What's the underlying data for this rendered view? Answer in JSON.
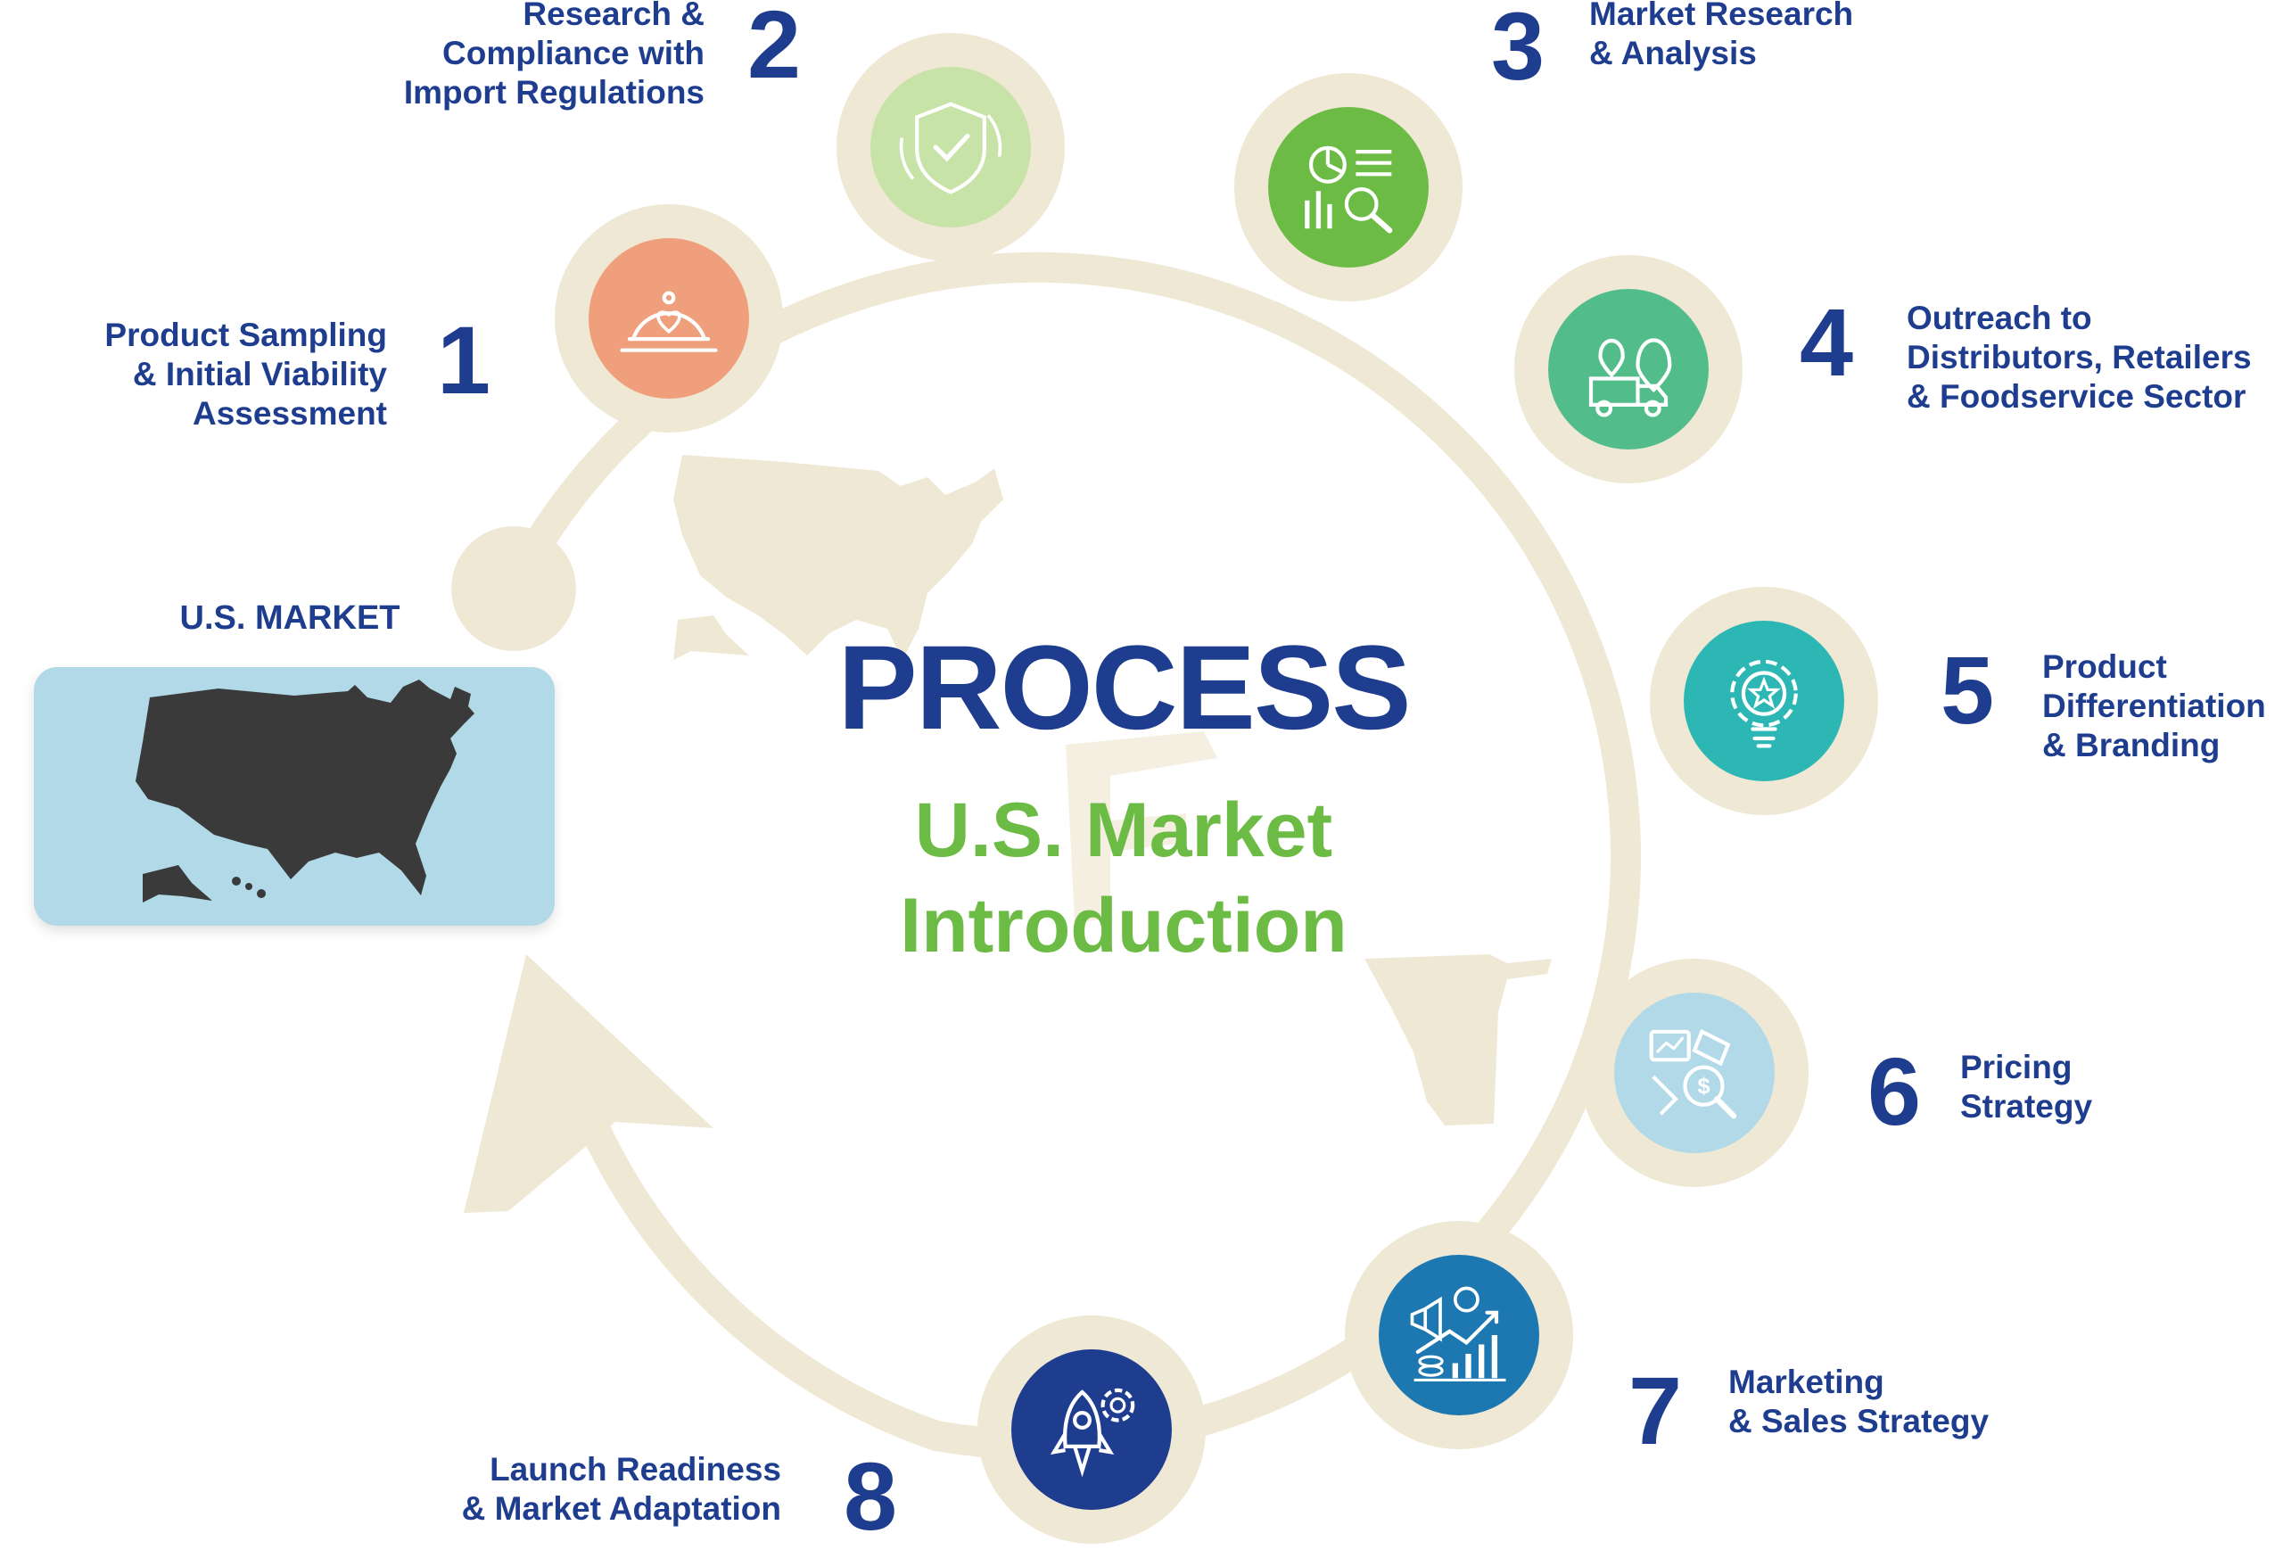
{
  "center": {
    "title": "PROCESS",
    "subtitle_line1": "U.S. Market",
    "subtitle_line2": "Introduction"
  },
  "market": {
    "label": "U.S. MARKET"
  },
  "steps": [
    {
      "number": "1",
      "lines": [
        "Product Sampling",
        "& Initial Viability",
        "Assessment"
      ],
      "color": "#ef9f7c",
      "icon": "serving-cloche-heart-icon"
    },
    {
      "number": "2",
      "lines": [
        "Research &",
        "Compliance with",
        "Import Regulations"
      ],
      "color": "#c8e3a7",
      "icon": "shield-check-icon"
    },
    {
      "number": "3",
      "lines": [
        "Market Research",
        "& Analysis"
      ],
      "color": "#6cbb45",
      "icon": "analytics-magnifier-icon"
    },
    {
      "number": "4",
      "lines": [
        "Outreach to",
        "Distributors, Retailers",
        "& Foodservice Sector"
      ],
      "color": "#52bd8b",
      "icon": "delivery-truck-map-icon"
    },
    {
      "number": "5",
      "lines": [
        "Product",
        "Differentiation",
        "& Branding"
      ],
      "color": "#2cb6b4",
      "icon": "lightbulb-gear-star-icon"
    },
    {
      "number": "6",
      "lines": [
        "Pricing",
        "Strategy"
      ],
      "color": "#b1d9e8",
      "icon": "pricing-analysis-icon"
    },
    {
      "number": "7",
      "lines": [
        "Marketing",
        "& Sales Strategy"
      ],
      "color": "#1d77b0",
      "icon": "growth-chart-megaphone-icon"
    },
    {
      "number": "8",
      "lines": [
        "Launch Readiness",
        "& Market Adaptation"
      ],
      "color": "#1f3d8f",
      "icon": "rocket-gear-icon"
    }
  ],
  "colors": {
    "ring": "#efe8d4",
    "text_primary": "#1f3d8f",
    "text_accent": "#6cbb45",
    "map_fill": "#3a3a3a",
    "map_box": "#b1d9e8"
  }
}
